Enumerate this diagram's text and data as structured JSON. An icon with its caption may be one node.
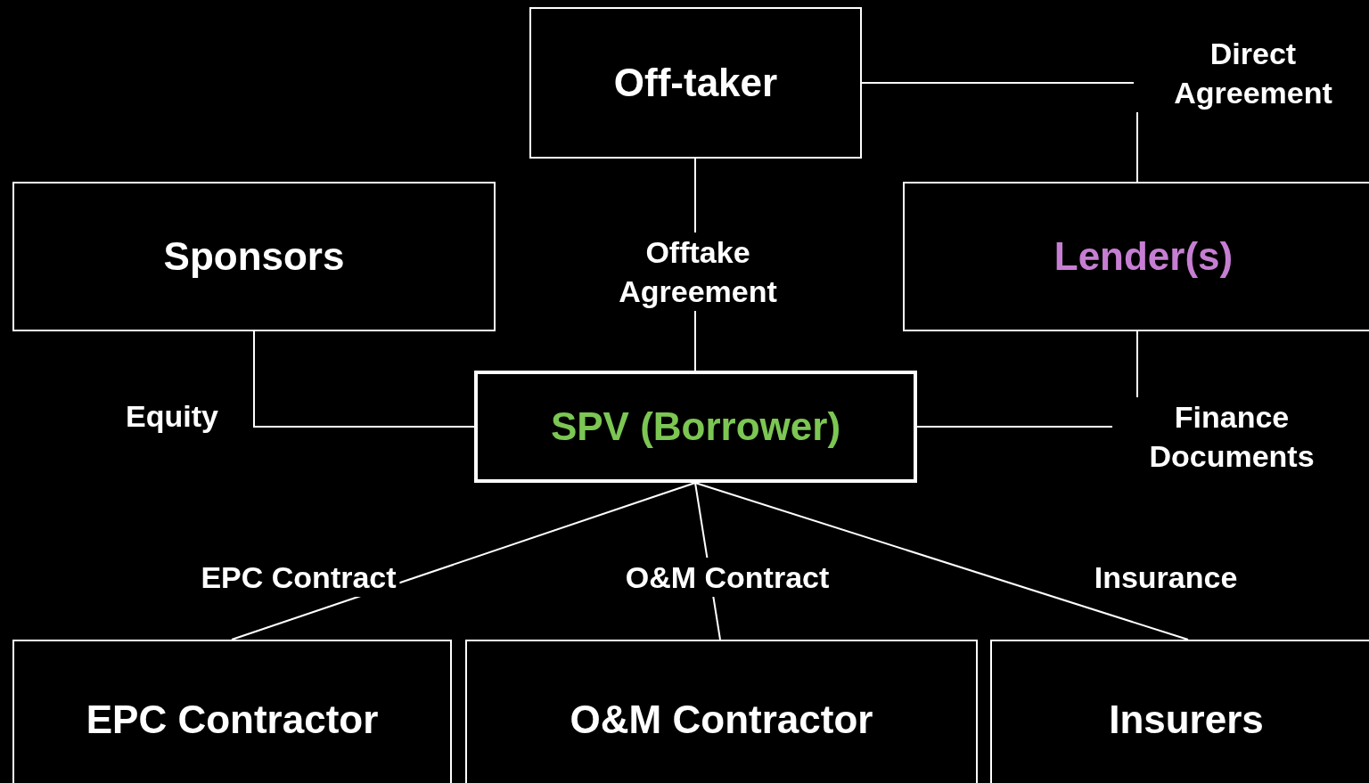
{
  "diagram": {
    "nodes": [
      {
        "text": [
          "Off-taker"
        ]
      },
      {
        "text": [
          "Sponsors"
        ]
      },
      {
        "text": [
          "Lender(s)"
        ]
      },
      {
        "text": [
          "SPV (Borrower)"
        ]
      },
      {
        "text": [
          "EPC Contractor"
        ]
      },
      {
        "text": [
          "O&M Contractor"
        ]
      },
      {
        "text": [
          "Insurers"
        ]
      }
    ],
    "edges": [
      {
        "from": 0,
        "to": 2,
        "arrow": "none",
        "label": "Direct Agreement"
      },
      {
        "from": 0,
        "to": 3,
        "arrow": "none",
        "label": "Offtake Agreement"
      },
      {
        "from": 1,
        "to": 3,
        "arrow": "none",
        "label": "Equity"
      },
      {
        "from": 2,
        "to": 3,
        "arrow": "none",
        "label": "Finance Documents"
      },
      {
        "from": 3,
        "to": 4,
        "arrow": "none",
        "label": "EPC Contract"
      },
      {
        "from": 3,
        "to": 5,
        "arrow": "none",
        "label": "O&M Contract"
      },
      {
        "from": 3,
        "to": 6,
        "arrow": "none",
        "label": "Insurance"
      }
    ]
  }
}
